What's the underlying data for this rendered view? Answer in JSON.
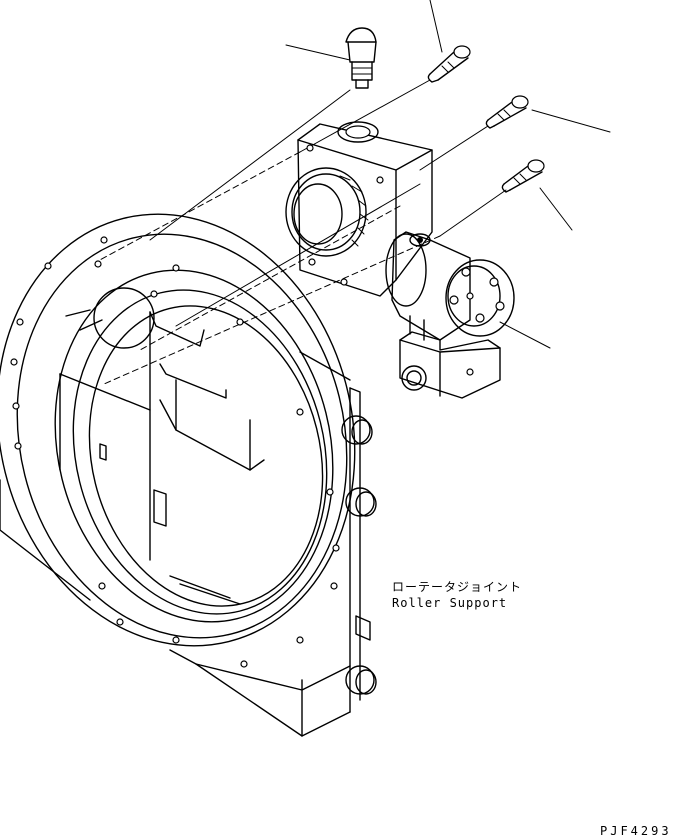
{
  "labels": {
    "part_name_jp": "ローテータジョイント",
    "part_name_en": "Roller Support",
    "drawing_code": "PJF4293"
  }
}
